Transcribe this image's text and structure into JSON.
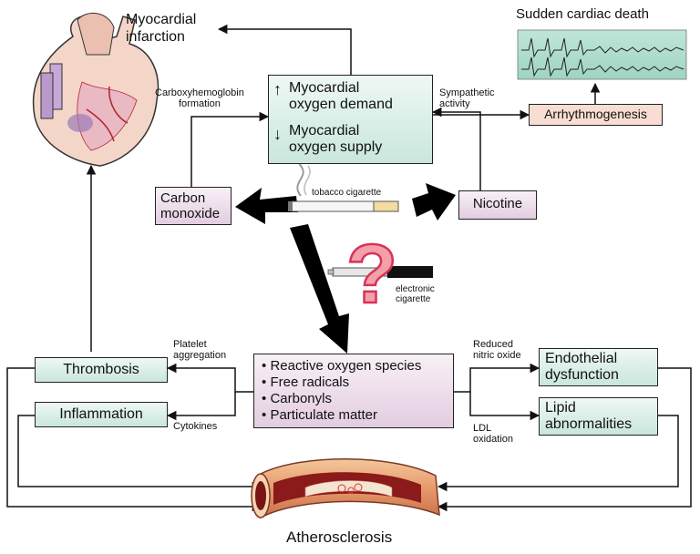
{
  "heart_top": {
    "title_line1": "Myocardial",
    "title_line2": "infarction"
  },
  "scd": {
    "title": "Sudden cardiac death"
  },
  "arrhythmo": {
    "label": "Arrhythmogenesis"
  },
  "demand": {
    "up": "↑",
    "line1": "Myocardial",
    "line2": "oxygen demand",
    "down": "↓",
    "line3": "Myocardial",
    "line4": "oxygen supply"
  },
  "carboxy": {
    "line1": "Carboxyhemoglobin",
    "line2": "formation"
  },
  "sympathetic": {
    "line1": "Sympathetic",
    "line2": "activity"
  },
  "co_box": {
    "line1": "Carbon",
    "line2": "monoxide"
  },
  "nicotine": {
    "label": "Nicotine"
  },
  "tobacco": {
    "label": "tobacco cigarette"
  },
  "ecig": {
    "line1": "electronic",
    "line2": "cigarette",
    "mark": "?"
  },
  "ros_box": {
    "bullet": "•",
    "items": [
      "Reactive oxygen species",
      "Free radicals",
      "Carbonyls",
      "Particulate matter"
    ]
  },
  "thrombosis": {
    "label": "Thrombosis"
  },
  "inflammation": {
    "label": "Inflammation"
  },
  "platelet": {
    "line1": "Platelet",
    "line2": "aggregation"
  },
  "cytokines": {
    "label": "Cytokines"
  },
  "reduced_no": {
    "line1": "Reduced",
    "line2": "nitric oxide"
  },
  "ldl": {
    "line1": "LDL",
    "line2": "oxidation"
  },
  "endothelial": {
    "line1": "Endothelial",
    "line2": "dysfunction"
  },
  "lipid": {
    "line1": "Lipid",
    "line2": "abnormalities"
  },
  "athero": {
    "label": "Atherosclerosis"
  }
}
